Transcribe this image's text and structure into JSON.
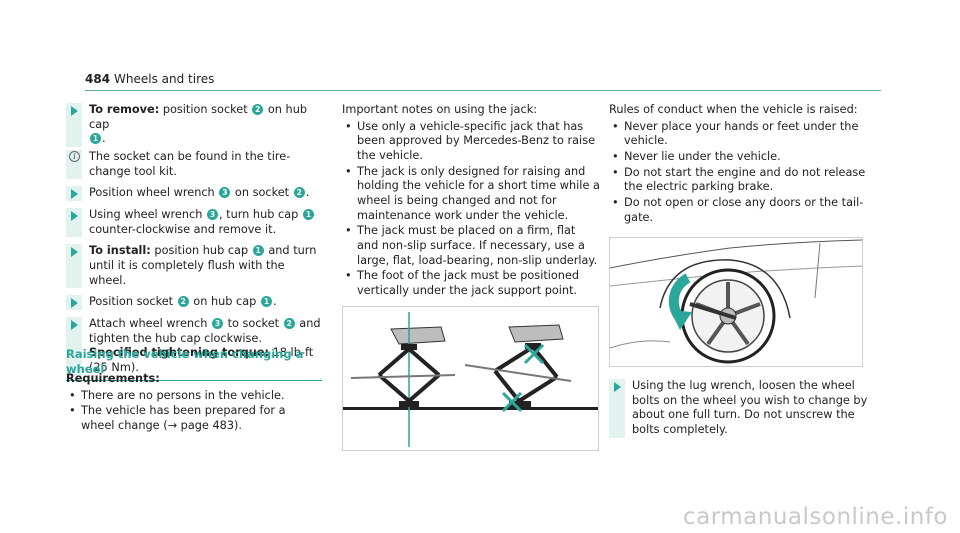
{
  "header": {
    "page_number": "484",
    "title": "Wheels and tires"
  },
  "col1": {
    "remove": {
      "label": "To remove:",
      "t1": "position socket",
      "n1": "2",
      "t2": "on hub cap",
      "n2": "1",
      "t3": "."
    },
    "info": {
      "icon": "info-icon",
      "text": "The socket can be found in the tire-change tool kit."
    },
    "s2": {
      "t1": "Position wheel wrench",
      "n1": "3",
      "t2": "on socket",
      "n2": "2",
      "t3": "."
    },
    "s3": {
      "t1": "Using wheel wrench",
      "n1": "3",
      "t2": ", turn hub cap",
      "n2": "1",
      "t3": "counter-clockwise and remove it."
    },
    "install": {
      "label": "To install:",
      "t1": "position hub cap",
      "n1": "1",
      "t2": "and turn until it is completely flush with the wheel."
    },
    "s5": {
      "t1": "Position socket",
      "n1": "2",
      "t2": "on hub cap",
      "n2": "1",
      "t3": "."
    },
    "s6": {
      "t1": "Attach wheel wrench",
      "n1": "3",
      "t2": "to socket",
      "n2": "2",
      "t3": "and tighten the hub cap clockwise.",
      "torque_label": "Specified tightening torque:",
      "torque_value": "18 lb-ft (25 Nm)."
    }
  },
  "section": {
    "title": "Raising the vehicle when changing a wheel",
    "req_label": "Requirements:",
    "req_items": [
      "There are no persons in the vehicle.",
      "The vehicle has been prepared for a wheel change (→ page 483)."
    ]
  },
  "col2": {
    "intro": "Important notes on using the jack:",
    "items": [
      "Use only a vehicle-specific jack that has been approved by Mercedes-Benz to raise the vehicle.",
      "The jack is only designed for raising and holding the vehicle for a short time while a wheel is being changed and not for maintenance work under the vehicle.",
      "The jack must be placed on a firm, flat and non-slip surface. If necessary, use a large, flat, load-bearing, non-slip underlay.",
      "The foot of the jack must be positioned vertically under the jack support point."
    ]
  },
  "col3": {
    "intro": "Rules of conduct when the vehicle is raised:",
    "items": [
      "Never place your hands or feet under the vehicle.",
      "Never lie under the vehicle.",
      "Do not start the engine and do not release the electric parking brake.",
      "Do not open or close any doors or the tail-gate."
    ],
    "last_step": "Using the lug wrench, loosen the wheel bolts on the wheel you wish to change by about one full turn. Do not unscrew the bolts completely."
  },
  "colors": {
    "accent": "#2aa79a",
    "bar": "#e2f2ef"
  },
  "watermark": "carmanualsonline.info"
}
